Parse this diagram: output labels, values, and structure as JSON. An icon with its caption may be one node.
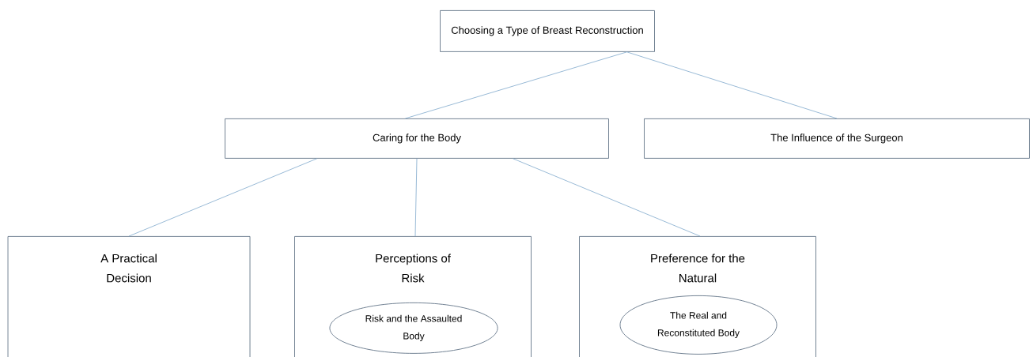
{
  "diagram": {
    "nodes": [
      {
        "text": [
          "Choosing a Type of Breast Reconstruction"
        ]
      },
      {
        "text": [
          "Caring for the Body"
        ]
      },
      {
        "text": [
          "The Influence of the Surgeon"
        ]
      },
      {
        "text": [
          "A Practical Decision"
        ]
      },
      {
        "text": [
          "Perceptions of Risk"
        ]
      },
      {
        "text": [
          "Preference for the Natural"
        ]
      },
      {
        "text": [
          "Risk and the Assaulted Body"
        ],
        "in": 4
      },
      {
        "text": [
          "The Real and Reconstituted Body"
        ],
        "in": 5
      }
    ],
    "edges": [
      {
        "from": 0,
        "to": 1,
        "arrow": "none"
      },
      {
        "from": 0,
        "to": 2,
        "arrow": "none"
      },
      {
        "from": 1,
        "to": 3,
        "arrow": "none"
      },
      {
        "from": 1,
        "to": 4,
        "arrow": "none"
      },
      {
        "from": 1,
        "to": 5,
        "arrow": "none"
      }
    ]
  }
}
